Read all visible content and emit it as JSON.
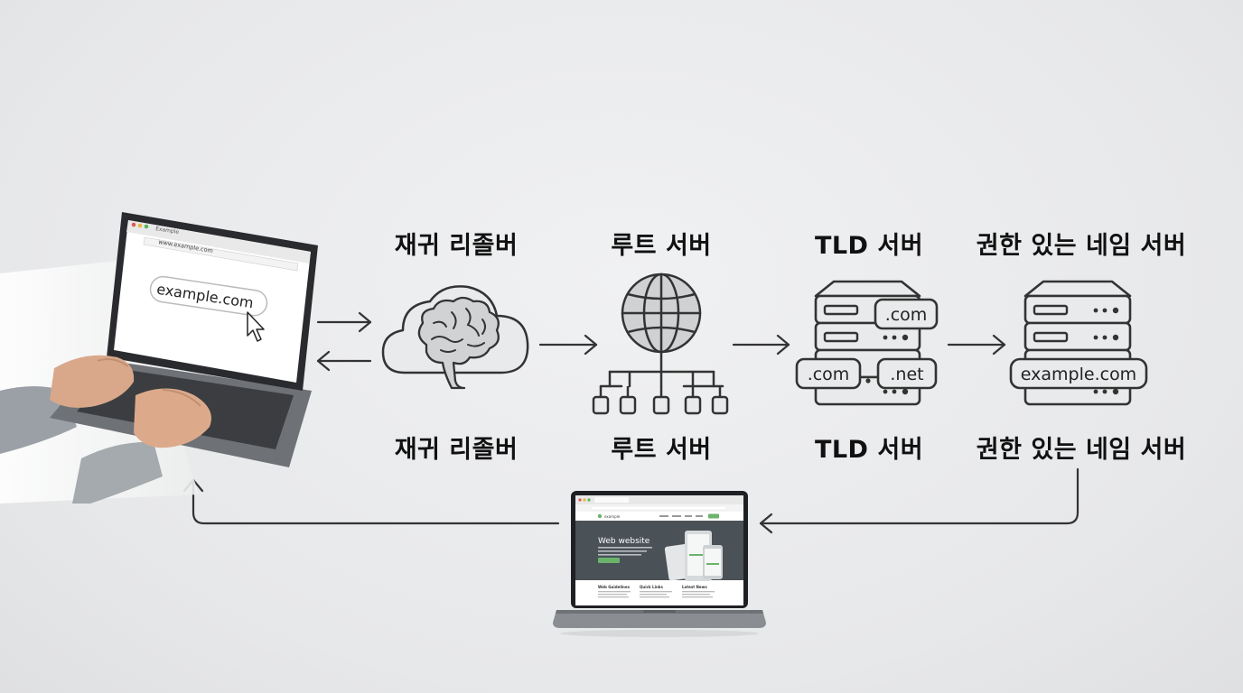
{
  "labels": {
    "resolver": "재귀 리졸버",
    "root": "루트 서버",
    "tld": "TLD 서버",
    "auth": "권한 있는 네임 서버"
  },
  "client_laptop": {
    "tab_title": "Example",
    "address_bar": "www.example.com",
    "search_text": "example.com"
  },
  "tld_server": {
    "tag_top": ".com",
    "tag_left": ".com",
    "tag_right": ".net"
  },
  "auth_server": {
    "tag": "example.com"
  },
  "result_laptop": {
    "hero_title": "Web website",
    "nav_brand": "example",
    "col1": "Web Guidelines",
    "col2": "Quick Links",
    "col3": "Latest News"
  },
  "colors": {
    "icon_stroke": "#333333",
    "icon_fill": "#e9eaeb",
    "accent_green": "#6bb36b"
  }
}
